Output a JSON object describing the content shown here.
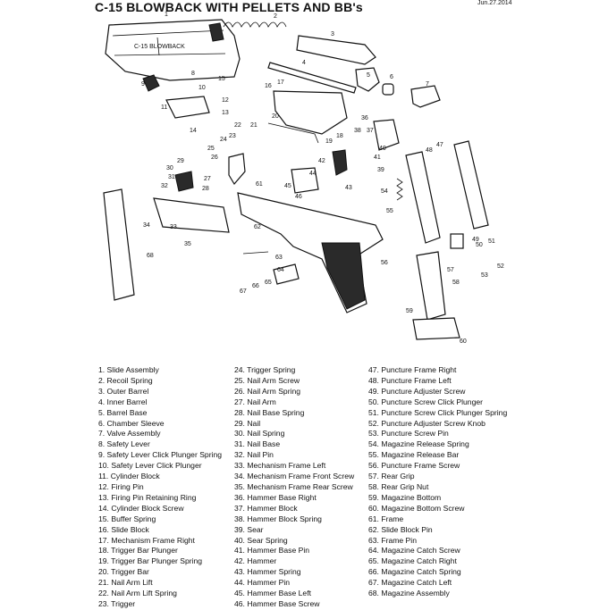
{
  "header": {
    "title": "C-15 BLOWBACK WITH PELLETS AND BB's",
    "date": "Jun.27.2014"
  },
  "slide_logo": "C-15 BLOWBACK",
  "callouts": [
    "1",
    "2",
    "3",
    "4",
    "5",
    "6",
    "7",
    "8",
    "9",
    "10",
    "11",
    "12",
    "13",
    "14",
    "15",
    "16",
    "17",
    "18",
    "19",
    "20",
    "21",
    "22",
    "23",
    "24",
    "25",
    "26",
    "27",
    "28",
    "29",
    "30",
    "31",
    "32",
    "33",
    "34",
    "35",
    "36",
    "37",
    "38",
    "39",
    "40",
    "41",
    "42",
    "43",
    "44",
    "45",
    "46",
    "47",
    "48",
    "49",
    "50",
    "51",
    "52",
    "53",
    "54",
    "55",
    "56",
    "57",
    "58",
    "59",
    "60",
    "61",
    "62",
    "63",
    "64",
    "65",
    "66",
    "67",
    "68"
  ],
  "parts": [
    [
      "1.",
      "Slide Assembly"
    ],
    [
      "2.",
      "Recoil Spring"
    ],
    [
      "3.",
      "Outer Barrel"
    ],
    [
      "4.",
      "Inner Barrel"
    ],
    [
      "5.",
      "Barrel Base"
    ],
    [
      "6.",
      "Chamber Sleeve"
    ],
    [
      "7.",
      "Valve Assembly"
    ],
    [
      "8.",
      "Safety Lever"
    ],
    [
      "9.",
      "Safety Lever Click Plunger Spring"
    ],
    [
      "10.",
      "Safety Lever Click Plunger"
    ],
    [
      "11.",
      "Cylinder Block"
    ],
    [
      "12.",
      "Firing Pin"
    ],
    [
      "13.",
      "Firing Pin Retaining Ring"
    ],
    [
      "14.",
      "Cylinder Block Screw"
    ],
    [
      "15.",
      "Buffer Spring"
    ],
    [
      "16.",
      "Slide Block"
    ],
    [
      "17.",
      "Mechanism Frame Right"
    ],
    [
      "18.",
      "Trigger Bar Plunger"
    ],
    [
      "19.",
      "Trigger Bar Plunger Spring"
    ],
    [
      "20.",
      "Trigger Bar"
    ],
    [
      "21.",
      "Nail Arm Lift"
    ],
    [
      "22.",
      "Nail Arm Lift Spring"
    ],
    [
      "23.",
      "Trigger"
    ],
    [
      "24.",
      "Trigger Spring"
    ],
    [
      "25.",
      "Nail Arm Screw"
    ],
    [
      "26.",
      "Nail Arm Spring"
    ],
    [
      "27.",
      "Nail Arm"
    ],
    [
      "28.",
      "Nail Base Spring"
    ],
    [
      "29.",
      "Nail"
    ],
    [
      "30.",
      "Nail Spring"
    ],
    [
      "31.",
      "Nail Base"
    ],
    [
      "32.",
      "Nail Pin"
    ],
    [
      "33.",
      "Mechanism Frame Left"
    ],
    [
      "34.",
      "Mechanism Frame Front Screw"
    ],
    [
      "35.",
      "Mechanism Frame Rear Screw"
    ],
    [
      "36.",
      "Hammer Base Right"
    ],
    [
      "37.",
      "Hammer Block"
    ],
    [
      "38.",
      "Hammer Block Spring"
    ],
    [
      "39.",
      "Sear"
    ],
    [
      "40.",
      "Sear Spring"
    ],
    [
      "41.",
      "Hammer Base Pin"
    ],
    [
      "42.",
      "Hammer"
    ],
    [
      "43.",
      "Hammer Spring"
    ],
    [
      "44.",
      "Hammer Pin"
    ],
    [
      "45.",
      "Hammer Base Left"
    ],
    [
      "46.",
      "Hammer Base Screw"
    ],
    [
      "47.",
      "Puncture Frame Right"
    ],
    [
      "48.",
      "Puncture Frame Left"
    ],
    [
      "49.",
      "Puncture Adjuster Screw"
    ],
    [
      "50.",
      "Puncture Screw Click Plunger"
    ],
    [
      "51.",
      "Puncture Screw Click Plunger Spring"
    ],
    [
      "52.",
      "Puncture Adjuster Screw Knob"
    ],
    [
      "53.",
      "Puncture Screw Pin"
    ],
    [
      "54.",
      "Magazine Release Spring"
    ],
    [
      "55.",
      "Magazine Release Bar"
    ],
    [
      "56.",
      "Puncture Frame Screw"
    ],
    [
      "57.",
      "Rear Grip"
    ],
    [
      "58.",
      "Rear Grip Nut"
    ],
    [
      "59.",
      "Magazine Bottom"
    ],
    [
      "60.",
      "Magazine Bottom Screw"
    ],
    [
      "61.",
      "Frame"
    ],
    [
      "62.",
      "Slide Block Pin"
    ],
    [
      "63.",
      "Frame Pin"
    ],
    [
      "64.",
      "Magazine Catch Screw"
    ],
    [
      "65.",
      "Magazine Catch Right"
    ],
    [
      "66.",
      "Magazine Catch Spring"
    ],
    [
      "67.",
      "Magazine Catch Left"
    ],
    [
      "68.",
      "Magazine Assembly"
    ]
  ]
}
